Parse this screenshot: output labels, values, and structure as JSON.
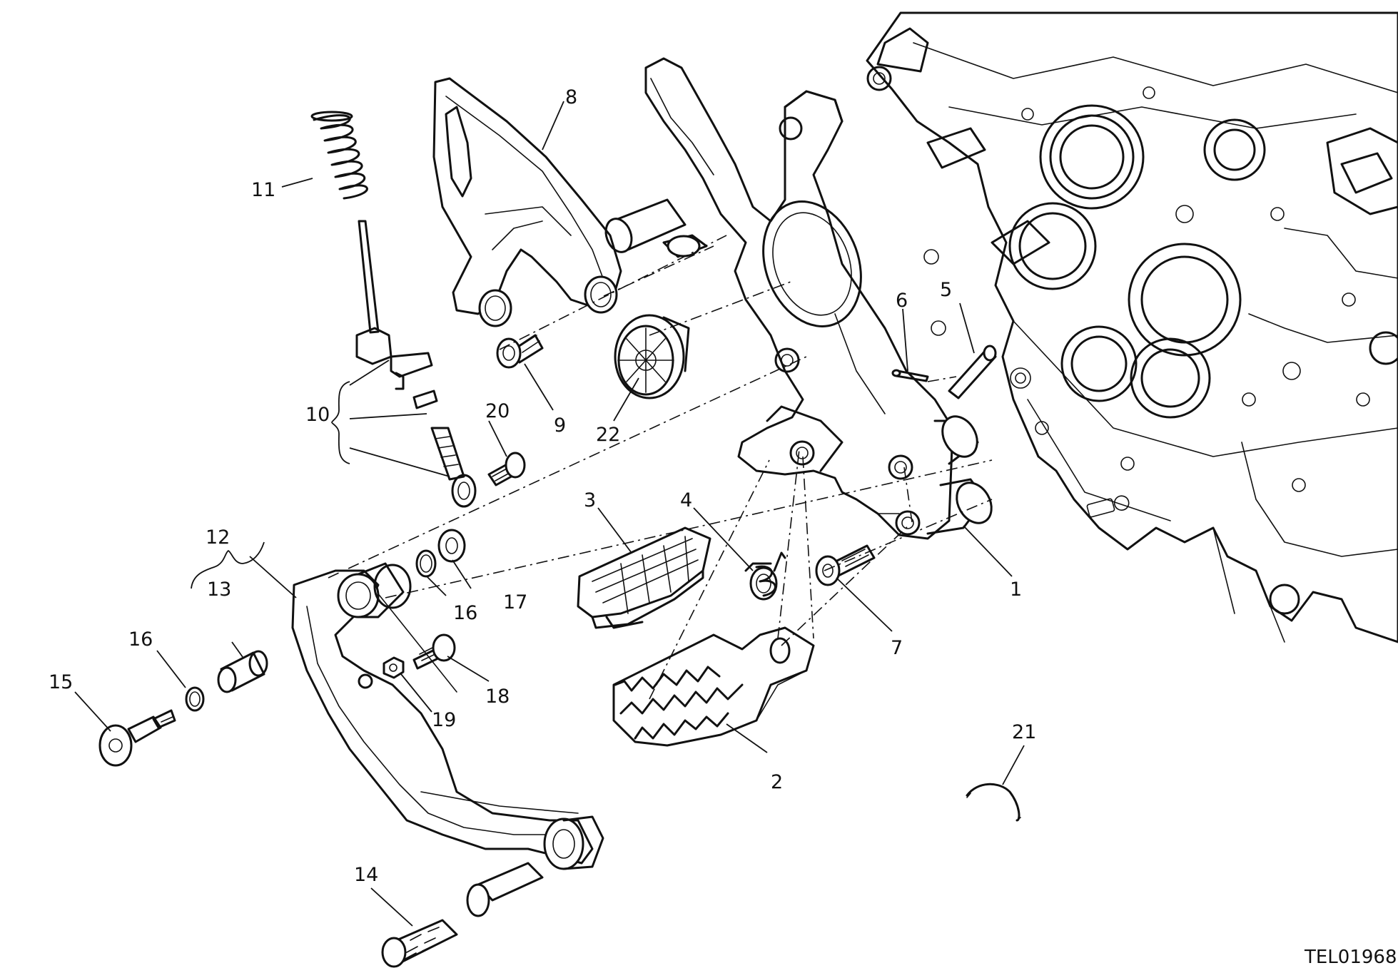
{
  "diagram": {
    "reference_code": "TEL01968",
    "callouts": [
      {
        "id": "c1",
        "label": "1"
      },
      {
        "id": "c2",
        "label": "2"
      },
      {
        "id": "c3",
        "label": "3"
      },
      {
        "id": "c4",
        "label": "4"
      },
      {
        "id": "c5",
        "label": "5"
      },
      {
        "id": "c6",
        "label": "6"
      },
      {
        "id": "c7",
        "label": "7"
      },
      {
        "id": "c8",
        "label": "8"
      },
      {
        "id": "c9",
        "label": "9"
      },
      {
        "id": "c10",
        "label": "10"
      },
      {
        "id": "c11",
        "label": "11"
      },
      {
        "id": "c12",
        "label": "12"
      },
      {
        "id": "c13",
        "label": "13"
      },
      {
        "id": "c14",
        "label": "14"
      },
      {
        "id": "c15",
        "label": "15"
      },
      {
        "id": "c16a",
        "label": "16"
      },
      {
        "id": "c16b",
        "label": "16"
      },
      {
        "id": "c17",
        "label": "17"
      },
      {
        "id": "c18",
        "label": "18"
      },
      {
        "id": "c19",
        "label": "19"
      },
      {
        "id": "c20",
        "label": "20"
      },
      {
        "id": "c21",
        "label": "21"
      },
      {
        "id": "c22",
        "label": "22"
      }
    ]
  }
}
